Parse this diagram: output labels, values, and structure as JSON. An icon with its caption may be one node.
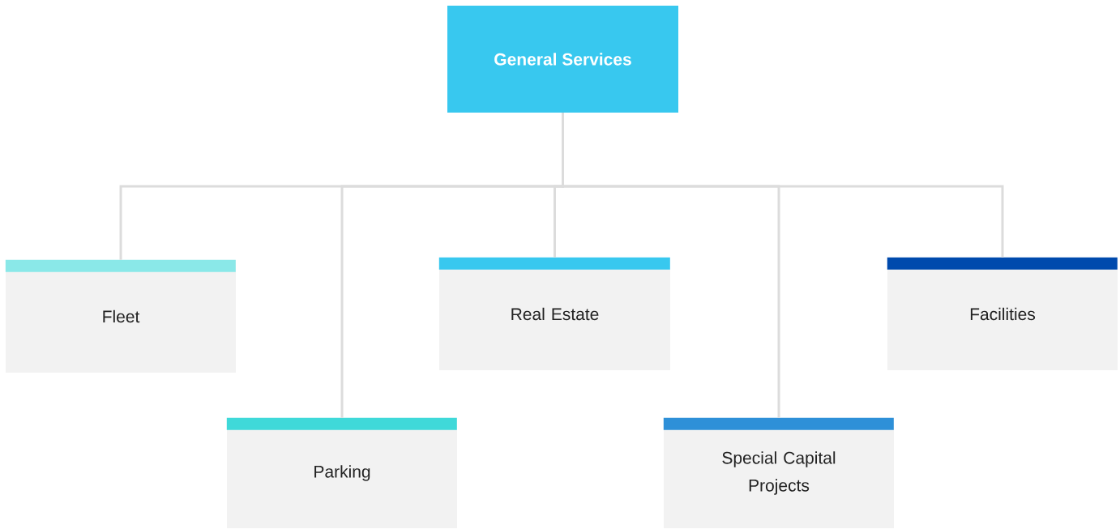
{
  "diagram": {
    "nodes": [
      {
        "text": [
          "General Services"
        ]
      },
      {
        "text": [
          "Fleet"
        ]
      },
      {
        "text": [
          "Parking"
        ]
      },
      {
        "text": [
          "Real Estate"
        ]
      },
      {
        "text": [
          "Special Capital Projects"
        ]
      },
      {
        "text": [
          "Facilities"
        ]
      }
    ],
    "edges": [
      {
        "from": 0,
        "to": 1,
        "arrow": "none"
      },
      {
        "from": 0,
        "to": 2,
        "arrow": "none"
      },
      {
        "from": 0,
        "to": 3,
        "arrow": "none"
      },
      {
        "from": 0,
        "to": 4,
        "arrow": "none"
      },
      {
        "from": 0,
        "to": 5,
        "arrow": "none"
      }
    ]
  }
}
